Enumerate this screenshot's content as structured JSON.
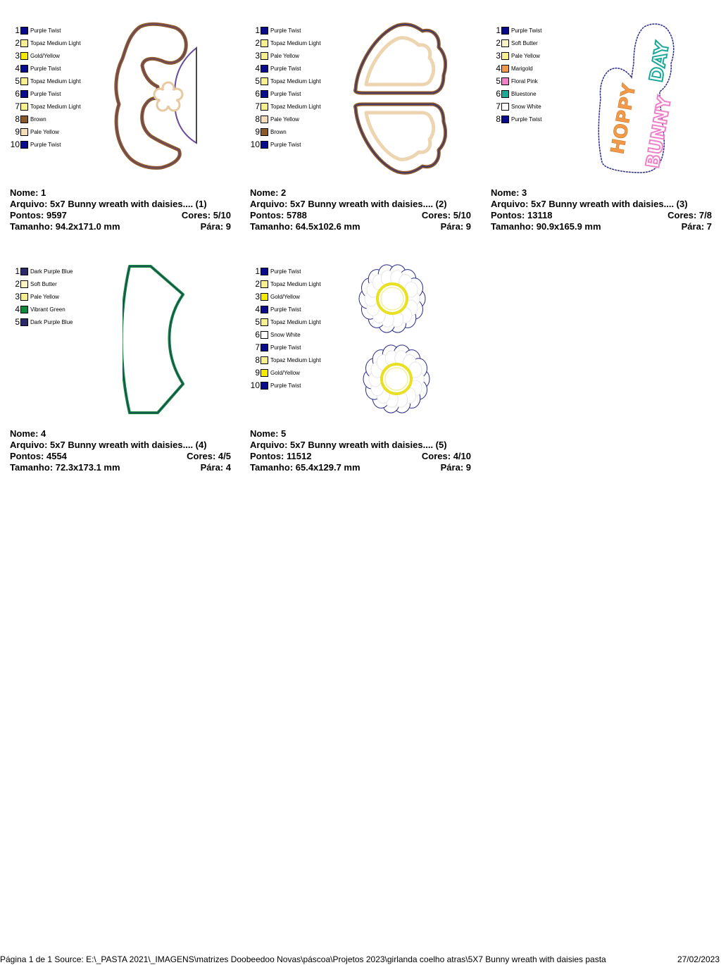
{
  "designs": [
    {
      "colors": [
        {
          "num": "1",
          "name": "Purple Twist",
          "hex": "#0a0a8c"
        },
        {
          "num": "2",
          "name": "Topaz Medium Light",
          "hex": "#f8ef8f"
        },
        {
          "num": "3",
          "name": "Gold/Yellow",
          "hex": "#f5ea00"
        },
        {
          "num": "4",
          "name": "Purple Twist",
          "hex": "#0a0a8c"
        },
        {
          "num": "5",
          "name": "Topaz Medium Light",
          "hex": "#f8ef8f"
        },
        {
          "num": "6",
          "name": "Purple Twist",
          "hex": "#0a0a8c"
        },
        {
          "num": "7",
          "name": "Topaz Medium Light",
          "hex": "#f8ef8f"
        },
        {
          "num": "8",
          "name": "Brown",
          "hex": "#8b5a2b"
        },
        {
          "num": "9",
          "name": "Pale Yellow",
          "hex": "#f6dcb8"
        },
        {
          "num": "10",
          "name": "Purple Twist",
          "hex": "#0a0a8c"
        }
      ],
      "name_line": "Nome: 1",
      "file_line": "Arquivo: 5x7 Bunny wreath with daisies.... (1)",
      "points": "Pontos: 9597",
      "cores": "Cores: 5/10",
      "size": "Tamanho: 94.2x171.0 mm",
      "stops": "Pára: 9"
    },
    {
      "colors": [
        {
          "num": "1",
          "name": "Purple Twist",
          "hex": "#0a0a8c"
        },
        {
          "num": "2",
          "name": "Topaz Medium Light",
          "hex": "#f8ef8f"
        },
        {
          "num": "3",
          "name": "Pale Yellow",
          "hex": "#f8ef8f"
        },
        {
          "num": "4",
          "name": "Purple Twist",
          "hex": "#0a0a8c"
        },
        {
          "num": "5",
          "name": "Topaz Medium Light",
          "hex": "#f8ef8f"
        },
        {
          "num": "6",
          "name": "Purple Twist",
          "hex": "#0a0a8c"
        },
        {
          "num": "7",
          "name": "Topaz Medium Light",
          "hex": "#f8ef8f"
        },
        {
          "num": "8",
          "name": "Pale Yellow",
          "hex": "#f6dcb8"
        },
        {
          "num": "9",
          "name": "Brown",
          "hex": "#8b5a2b"
        },
        {
          "num": "10",
          "name": "Purple Twist",
          "hex": "#0a0a8c"
        }
      ],
      "name_line": "Nome: 2",
      "file_line": "Arquivo: 5x7 Bunny wreath with daisies.... (2)",
      "points": "Pontos: 5788",
      "cores": "Cores: 5/10",
      "size": "Tamanho: 64.5x102.6 mm",
      "stops": "Pára: 9"
    },
    {
      "colors": [
        {
          "num": "1",
          "name": "Purple Twist",
          "hex": "#0a0a8c"
        },
        {
          "num": "2",
          "name": "Soft Butter",
          "hex": "#fbf3c4"
        },
        {
          "num": "3",
          "name": "Pale Yellow",
          "hex": "#f8ef8f"
        },
        {
          "num": "4",
          "name": "Marigold",
          "hex": "#f39a4a"
        },
        {
          "num": "5",
          "name": "Floral Pink",
          "hex": "#f080c8"
        },
        {
          "num": "6",
          "name": "Bluestone",
          "hex": "#1aa898"
        },
        {
          "num": "7",
          "name": "Snow White",
          "hex": "#ffffff"
        },
        {
          "num": "8",
          "name": "Purple Twist",
          "hex": "#0a0a8c"
        }
      ],
      "art_words": {
        "w1": "HOPPY",
        "w2": "BUNNY",
        "w3": "DAY"
      },
      "name_line": "Nome: 3",
      "file_line": "Arquivo: 5x7 Bunny wreath with daisies.... (3)",
      "points": "Pontos: 13118",
      "cores": "Cores: 7/8",
      "size": "Tamanho: 90.9x165.9 mm",
      "stops": "Pára: 7"
    },
    {
      "colors": [
        {
          "num": "1",
          "name": "Dark Purple Blue",
          "hex": "#2a2a6a"
        },
        {
          "num": "2",
          "name": "Soft Butter",
          "hex": "#fbf3c4"
        },
        {
          "num": "3",
          "name": "Pale Yellow",
          "hex": "#f8ef8f"
        },
        {
          "num": "4",
          "name": "Vibrant Green",
          "hex": "#0f8a3c"
        },
        {
          "num": "5",
          "name": "Dark Purple Blue",
          "hex": "#2a2a6a"
        }
      ],
      "name_line": "Nome: 4",
      "file_line": "Arquivo: 5x7 Bunny wreath with daisies.... (4)",
      "points": "Pontos: 4554",
      "cores": "Cores: 4/5",
      "size": "Tamanho: 72.3x173.1 mm",
      "stops": "Pára: 4"
    },
    {
      "colors": [
        {
          "num": "1",
          "name": "Purple Twist",
          "hex": "#0a0a8c"
        },
        {
          "num": "2",
          "name": "Topaz Medium Light",
          "hex": "#f8ef8f"
        },
        {
          "num": "3",
          "name": "Gold/Yellow",
          "hex": "#f5ea00"
        },
        {
          "num": "4",
          "name": "Purple Twist",
          "hex": "#0a0a8c"
        },
        {
          "num": "5",
          "name": "Topaz Medium Light",
          "hex": "#f8ef8f"
        },
        {
          "num": "6",
          "name": "Snow White",
          "hex": "#ffffff"
        },
        {
          "num": "7",
          "name": "Purple Twist",
          "hex": "#0a0a8c"
        },
        {
          "num": "8",
          "name": "Topaz Medium Light",
          "hex": "#f8ef8f"
        },
        {
          "num": "9",
          "name": "Gold/Yellow",
          "hex": "#f5ea00"
        },
        {
          "num": "10",
          "name": "Purple Twist",
          "hex": "#0a0a8c"
        }
      ],
      "name_line": "Nome: 5",
      "file_line": "Arquivo: 5x7 Bunny wreath with daisies.... (5)",
      "points": "Pontos: 11512",
      "cores": "Cores: 4/10",
      "size": "Tamanho: 65.4x129.7 mm",
      "stops": "Pára: 9"
    }
  ],
  "footer": {
    "text": "Página 1 de 1  Source: E:\\_PASTA 2021\\_IMAGENS\\matrizes Doobeedoo Novas\\páscoa\\Projetos 2023\\girlanda coelho atras\\5X7 Bunny wreath with daisies pasta",
    "date": "27/02/2023"
  }
}
